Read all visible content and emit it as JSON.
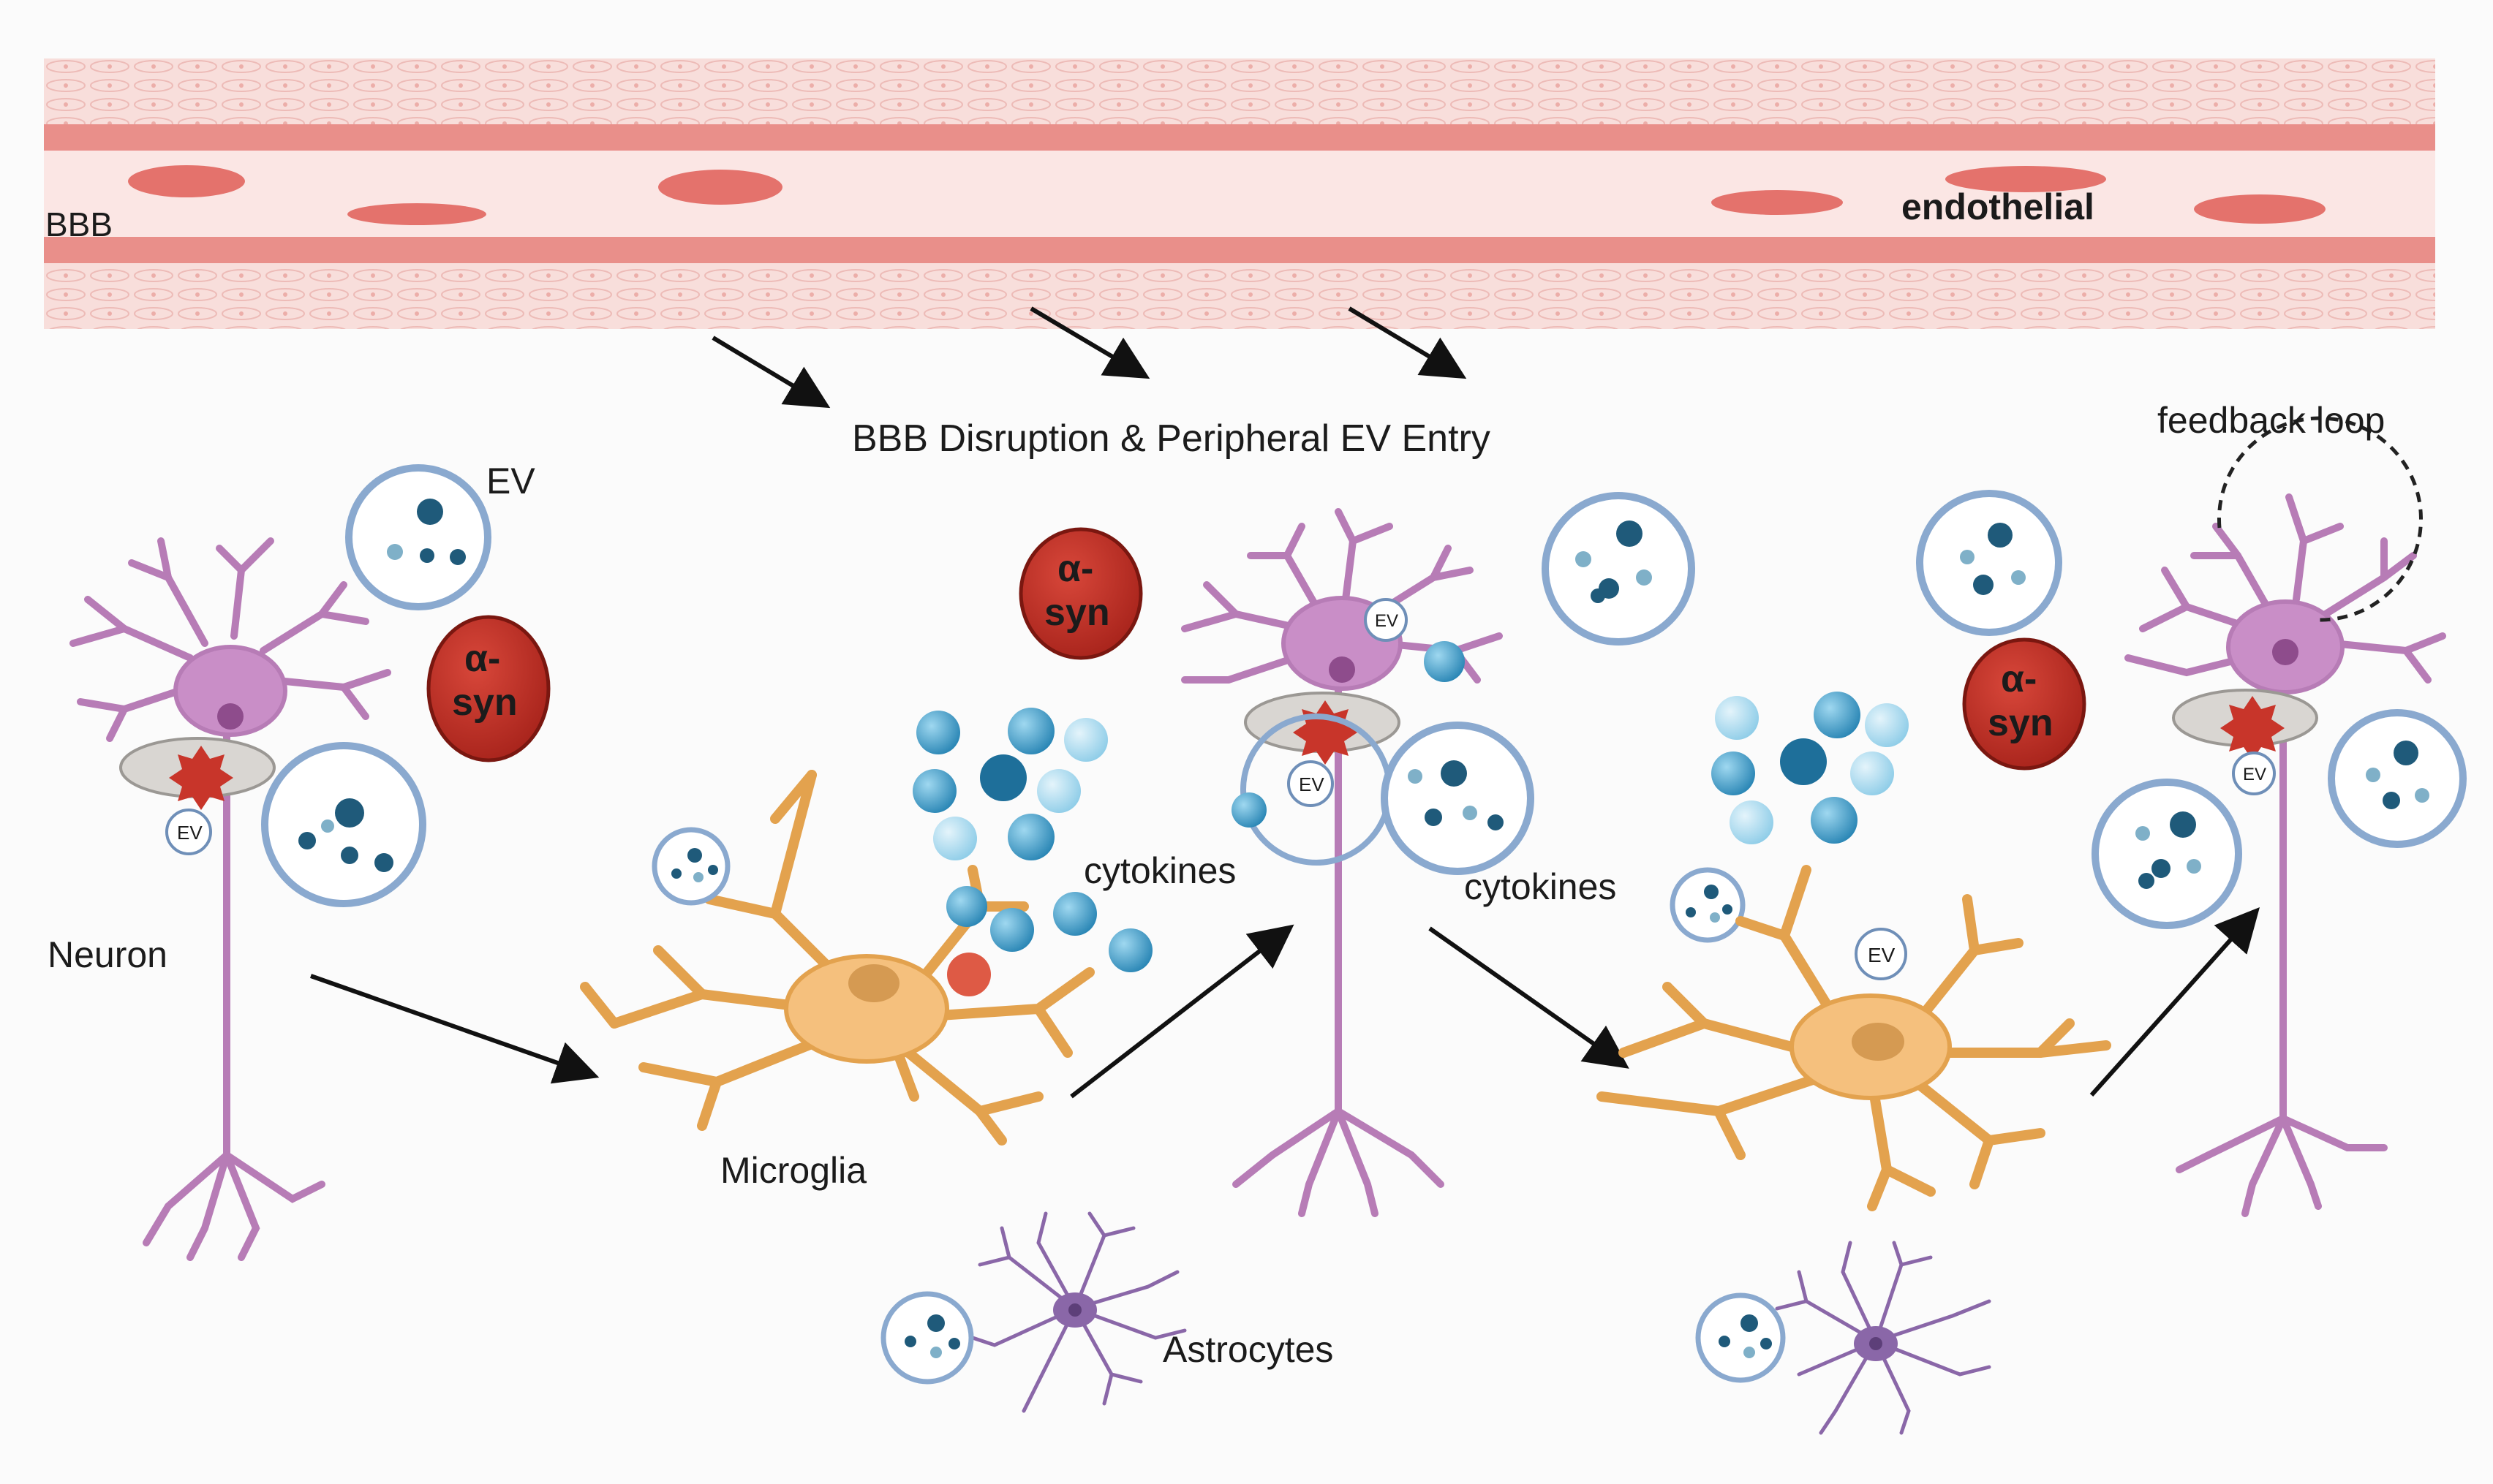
{
  "labels": {
    "bbb": "BBB",
    "endothelial": "endothelial",
    "disruption": "BBB Disruption & Peripheral EV Entry",
    "ev": "EV",
    "neuron": "Neuron",
    "microglia": "Microglia",
    "cytokines": "cytokines",
    "astrocytes": "Astrocytes",
    "feedback_loop": "feedback loop",
    "asyn_line1": "α-",
    "asyn_line2": "syn",
    "ev_badge": "EV"
  },
  "colors": {
    "vessel_wall": "#f6d6d3",
    "vessel_band": "#e98f8a",
    "rbc": "#e4726c",
    "neuron": "#b77cb6",
    "neuron_body": "#c98ec7",
    "microglia": "#f5c07d",
    "microglia_outline": "#e3a24e",
    "astrocyte": "#8a67a8",
    "asyn": "#c8352a",
    "ev_ring": "#8aa9cf",
    "ev_dot": "#1f5a7a",
    "cytokine_dark": "#2b8ab8",
    "cytokine_light": "#8fd0ec",
    "mito": "#d9d6d2",
    "arrow": "#111111"
  }
}
